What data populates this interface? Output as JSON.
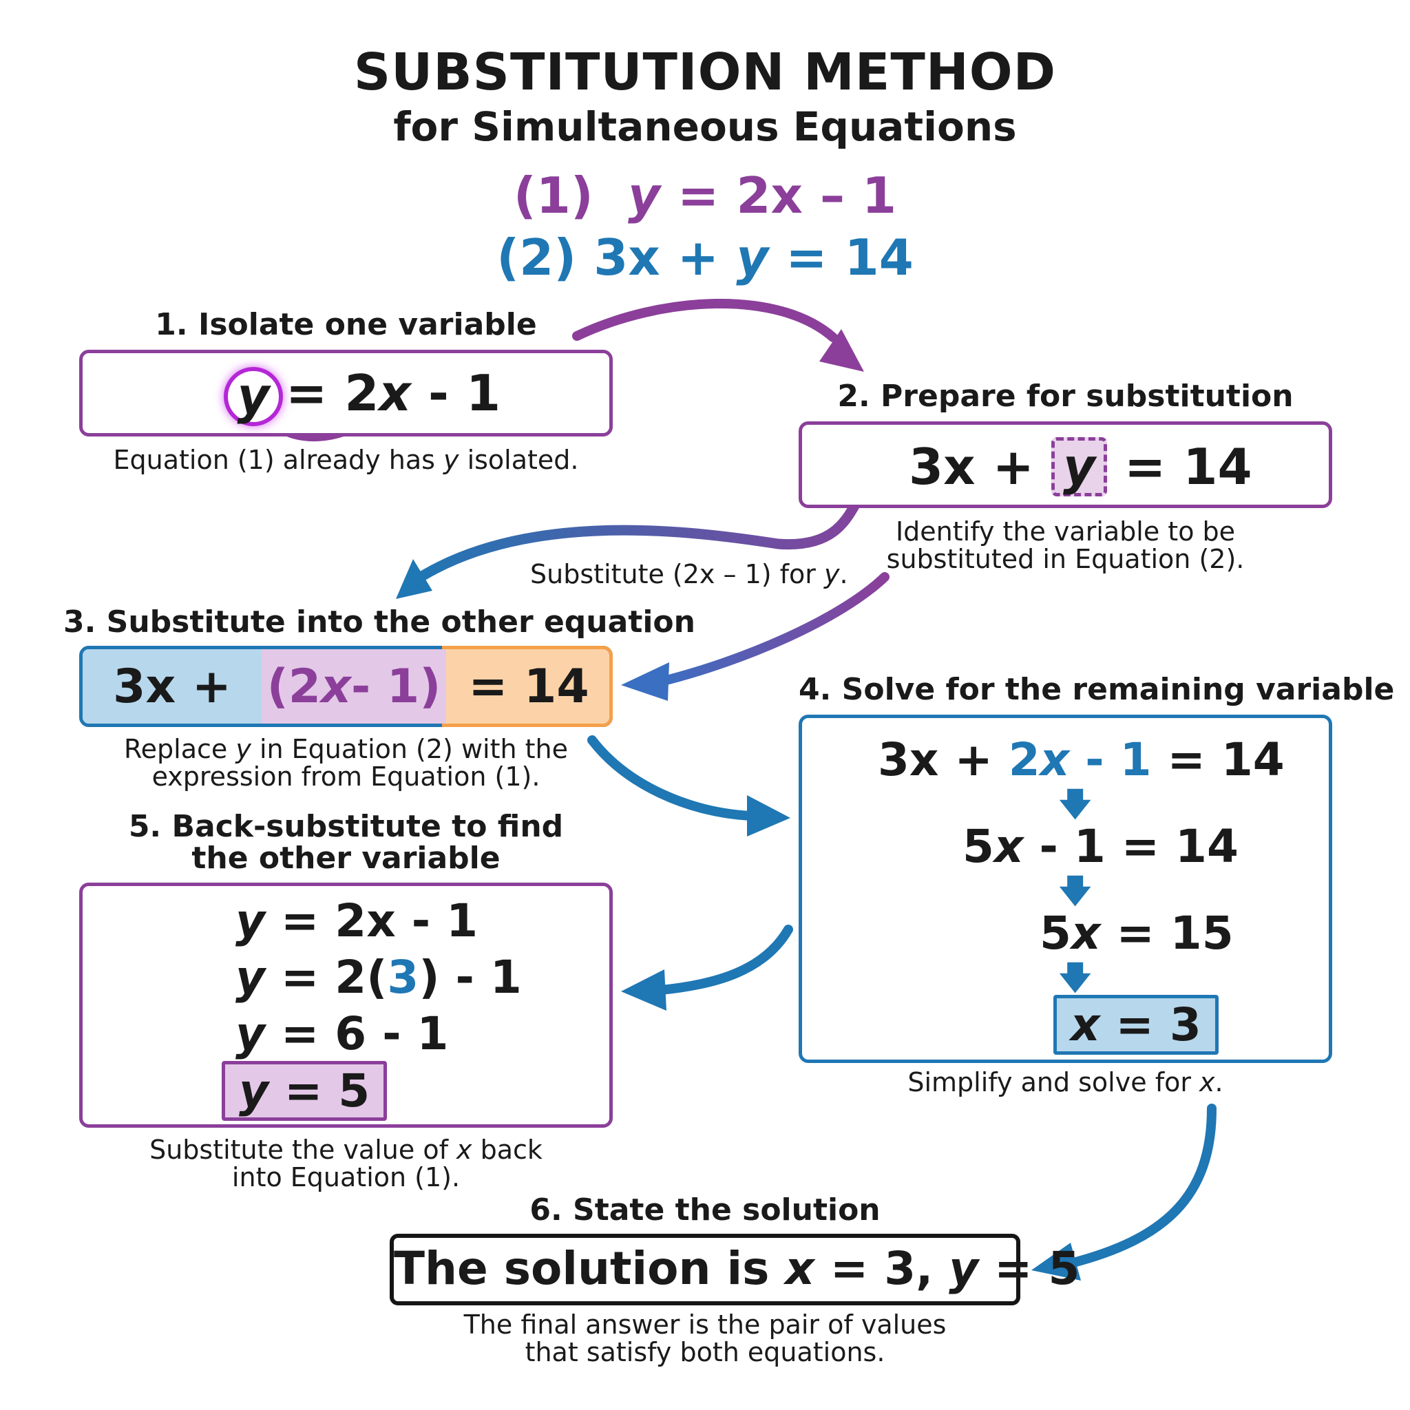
{
  "header": {
    "title": "SUBSTITUTION METHOD",
    "subtitle": "for Simultaneous Equations",
    "eq1_label": "(1)",
    "eq1_lhs": "y",
    "eq1_rhs": "= 2x – 1",
    "eq2_label": "(2)",
    "eq2_a": "3x + ",
    "eq2_y": "y",
    "eq2_b": " = 14"
  },
  "step1": {
    "title": "1. Isolate one variable",
    "var": "y",
    "eq_a": "= 2",
    "eq_x": "x",
    "eq_b": " - 1",
    "caption_a": "Equation (1) already has ",
    "caption_var": "y",
    "caption_b": " isolated."
  },
  "step2": {
    "title": "2. Prepare for substitution",
    "eq_a": "3x + ",
    "var": "y",
    "eq_b": " = 14",
    "caption_1": "Identify the variable to be",
    "caption_2": "substituted in Equation (2)."
  },
  "arrow_note": {
    "text_a": "Substitute (2x – 1) for ",
    "var": "y",
    "text_b": "."
  },
  "step3": {
    "title": "3. Substitute into the other equation",
    "seg1": "3x +",
    "seg2_a": "(2",
    "seg2_x": "x",
    "seg2_b": " - 1)",
    "seg3": "= 14",
    "caption_1a": "Replace ",
    "caption_1var": "y",
    "caption_1b": " in Equation (2) with the",
    "caption_2": "expression from Equation (1)."
  },
  "step4": {
    "title": "4. Solve for the remaining variable",
    "line1_a": "3x + ",
    "line1_b": "2",
    "line1_x": "x",
    "line1_c": " - ",
    "line1_d": "1",
    "line1_e": " = 14",
    "line2_a": "5",
    "line2_x": "x",
    "line2_b": " - 1 = 14",
    "line3_a": "5",
    "line3_x": "x",
    "line3_b": " = 15",
    "answer_var": "x",
    "answer_val": " = 3",
    "arrow_glyph": "🡇",
    "caption_a": "Simplify and solve for ",
    "caption_var": "x",
    "caption_b": "."
  },
  "step5": {
    "title_1": "5. Back-substitute to find",
    "title_2": "the other variable",
    "var": "y",
    "line1": " = 2x - 1",
    "line2_a": " = 2(",
    "line2_b": "3",
    "line2_c": ") - 1",
    "line3": " = 6 - 1",
    "answer_val": " = 5",
    "caption_1a": "Substitute the value of ",
    "caption_1var": "x",
    "caption_1b": " back",
    "caption_2": "into Equation (1)."
  },
  "step6": {
    "title": "6. State the solution",
    "text_a": "The solution is ",
    "x": "x",
    "text_b": " = 3, ",
    "y": "y",
    "text_c": " = 5",
    "caption_1": "The final answer is the pair of values",
    "caption_2": "that satisfy both equations."
  },
  "colors": {
    "purple": "#8b3f9a",
    "blue": "#1f77b4",
    "orange": "#f5a04a",
    "light_blue": "#b7d7ec",
    "light_purple": "#e3c8e7",
    "light_orange": "#fcd3a8"
  }
}
